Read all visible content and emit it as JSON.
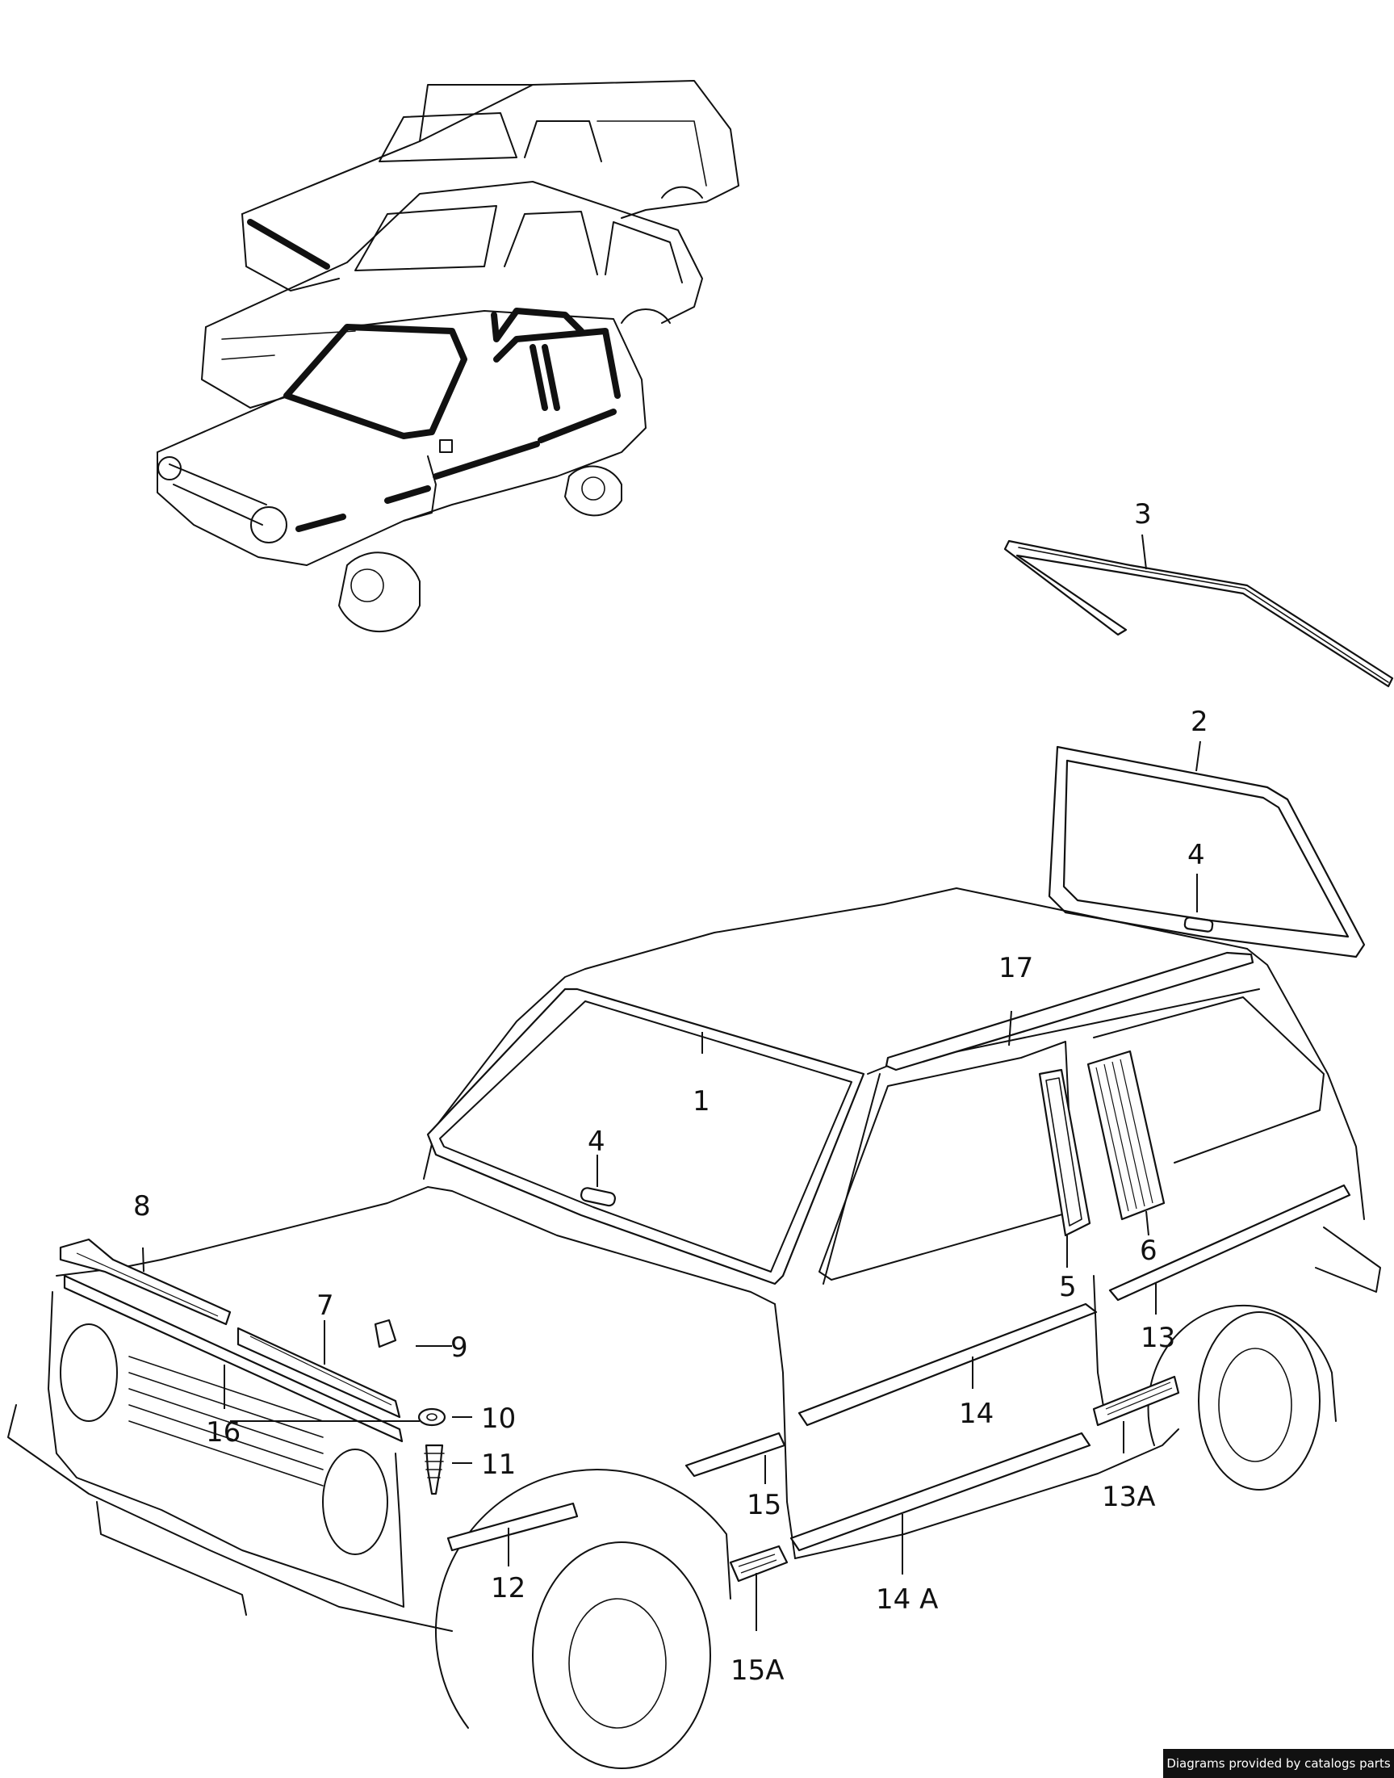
{
  "callouts": {
    "c1": "1",
    "c2": "2",
    "c3": "3",
    "c4a": "4",
    "c4b": "4",
    "c5": "5",
    "c6": "6",
    "c7": "7",
    "c8": "8",
    "c9": "9",
    "c10": "10",
    "c11": "11",
    "c12": "12",
    "c13": "13",
    "c13a": "13A",
    "c14": "14",
    "c14a": "14 A",
    "c15": "15",
    "c15a": "15A",
    "c16": "16",
    "c17": "17"
  },
  "footer": {
    "credit": "Diagrams provided by catalogs parts"
  }
}
